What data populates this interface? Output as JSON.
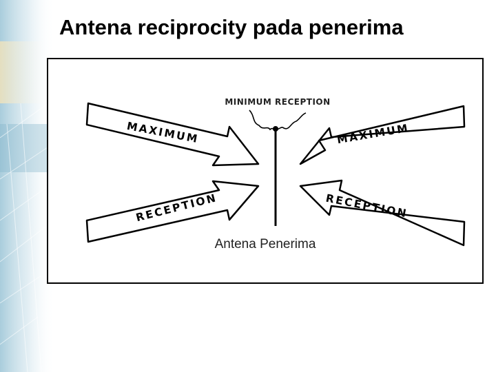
{
  "slide": {
    "title": "Antena reciprocity pada penerima"
  },
  "diagram": {
    "top_label": "MINIMUM RECEPTION",
    "caption": "Antena Penerima",
    "arrows": [
      {
        "id": "upper-left",
        "text": "MAXIMUM"
      },
      {
        "id": "lower-left",
        "text": "RECEPTION"
      },
      {
        "id": "upper-right",
        "text": "MAXIMUM"
      },
      {
        "id": "lower-right",
        "text": "RECEPTION"
      }
    ]
  }
}
